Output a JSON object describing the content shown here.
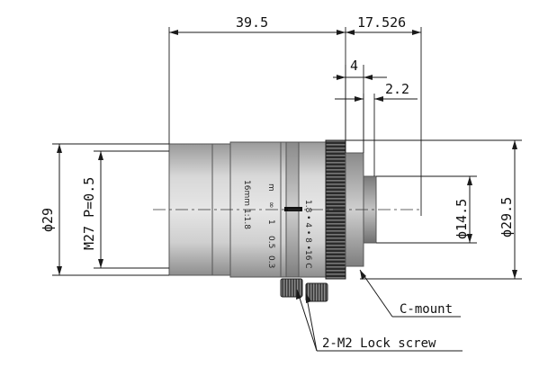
{
  "dimensions": {
    "length_overall": "39.5",
    "flange_back": "17.526",
    "mount_thread_depth": "4",
    "mount_protrusion": "2.2",
    "outer_diameter": "ϕ29",
    "filter_thread": "M27 P=0.5",
    "mount_diameter": "ϕ14.5",
    "ring_diameter": "ϕ29.5"
  },
  "callouts": {
    "mount": "C-mount",
    "lock_screw": "2-M2 Lock screw"
  },
  "engraving": {
    "model": "16mm 1:1.8",
    "distance_unit": "m",
    "distance_scale": [
      "∞",
      "1",
      "0.5",
      "0.3"
    ],
    "aperture_scale": "1.8 • 4 • 8 •16 C"
  }
}
